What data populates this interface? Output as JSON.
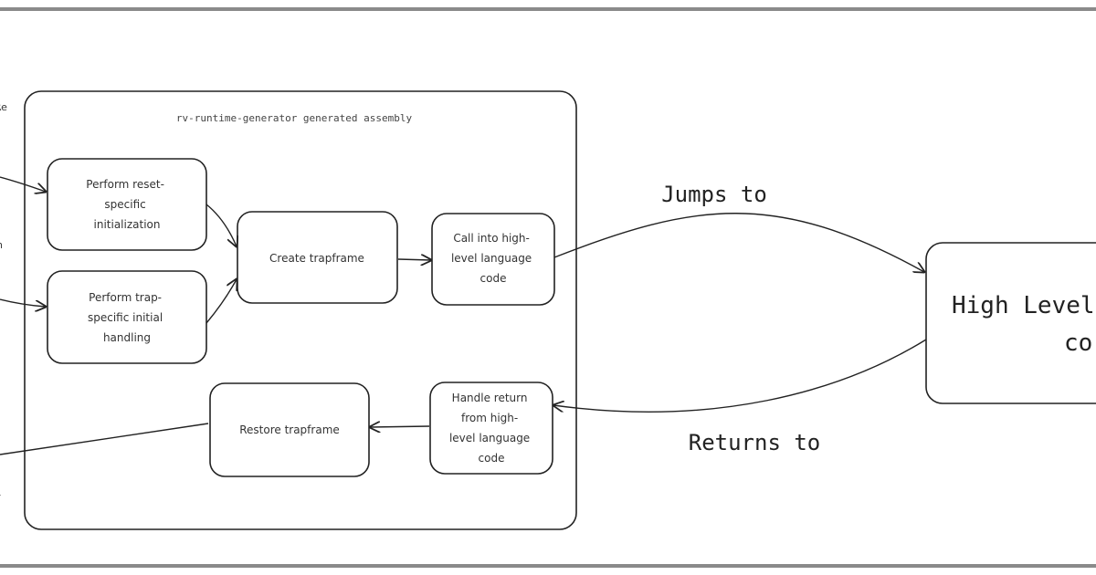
{
  "container": {
    "title": "rv-runtime-generator generated assembly"
  },
  "nodes": {
    "reset_init": [
      "Perform reset-",
      "specific",
      "initialization"
    ],
    "trap_init": [
      "Perform trap-",
      "specific initial",
      "handling"
    ],
    "create_trapframe": [
      "Create trapframe"
    ],
    "call_high_level": [
      "Call into high-",
      "level language",
      "code"
    ],
    "handle_return": [
      "Handle return",
      "from high-",
      "level language",
      "code"
    ],
    "restore_trapframe": [
      "Restore trapframe"
    ],
    "high_level_code": [
      "High Level",
      "co"
    ]
  },
  "edges": {
    "jumps_to": "Jumps to",
    "returns_to": "Returns to"
  },
  "offscreen_labels": {
    "top": "Re",
    "middle": "n",
    "bottom": "r"
  },
  "colors": {
    "stroke": "#222222",
    "frame_border": "#8a8a8a",
    "background": "#ffffff"
  }
}
